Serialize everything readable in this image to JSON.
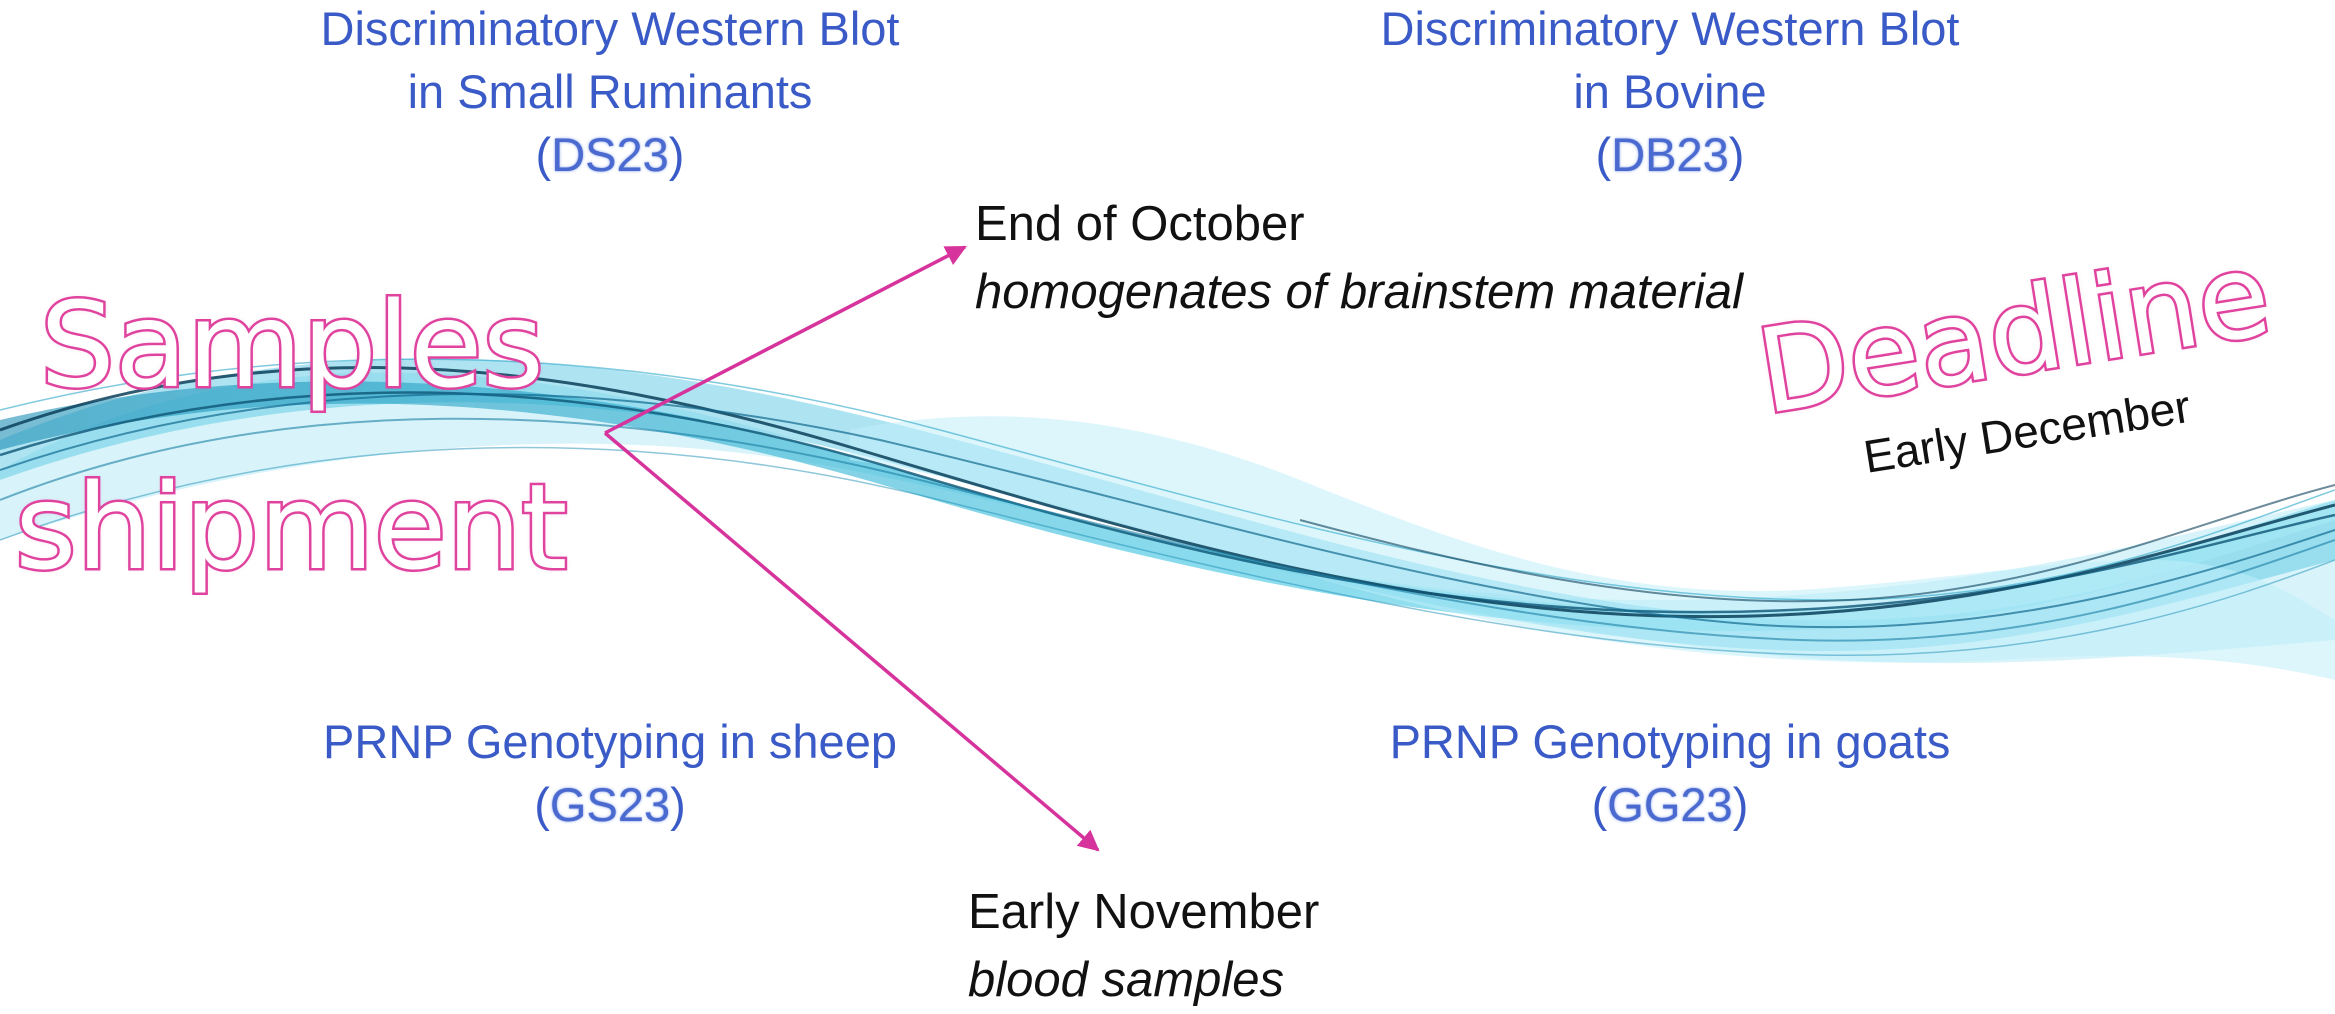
{
  "colors": {
    "heading_blue": "#3a5bc7",
    "accent_pink": "#d6339c",
    "wave_cyan": "#29b6d6",
    "wave_dark": "#0c4a66"
  },
  "top_left": {
    "line1": "Discriminatory Western Blot",
    "line2": "in Small Ruminants",
    "open": "(",
    "code": "DS23",
    "close": ")"
  },
  "top_right": {
    "line1": "Discriminatory Western Blot",
    "line2": "in Bovine",
    "open": "(",
    "code": "DB23",
    "close": ")"
  },
  "bottom_left": {
    "line1": "PRNP Genotyping in sheep",
    "open": "(",
    "code": "GS23",
    "close": ")"
  },
  "bottom_right": {
    "line1": "PRNP Genotyping in goats",
    "open": "(",
    "code": "GG23",
    "close": ")"
  },
  "shipment": {
    "line1": "Samples",
    "line2": "shipment"
  },
  "deadline": {
    "title": "Deadline",
    "date": "Early December"
  },
  "arrow_up": {
    "date": "End of October",
    "material": "homogenates of brainstem material"
  },
  "arrow_down": {
    "date": "Early November",
    "material": "blood samples"
  }
}
